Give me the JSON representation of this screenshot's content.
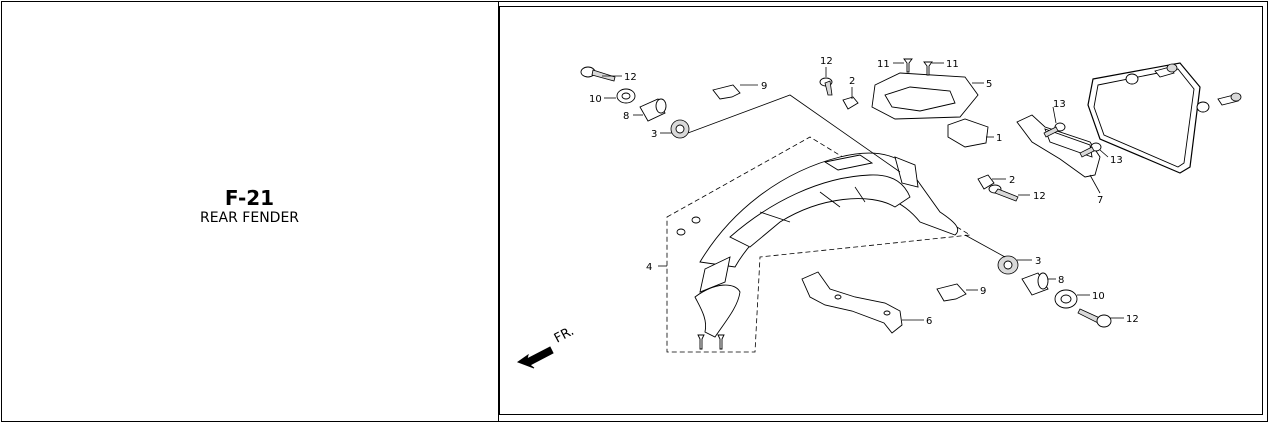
{
  "figure": {
    "code": "F-21",
    "title": "REAR FENDER"
  },
  "direction_label": "FR.",
  "callouts": {
    "c1": "1",
    "c2a": "2",
    "c2b": "2",
    "c3a": "3",
    "c3b": "3",
    "c4": "4",
    "c5": "5",
    "c6": "6",
    "c7": "7",
    "c8a": "8",
    "c8b": "8",
    "c9a": "9",
    "c9b": "9",
    "c10a": "10",
    "c10b": "10",
    "c11a": "11",
    "c11b": "11",
    "c12a": "12",
    "c12b": "12",
    "c12c": "12",
    "c12d": "12",
    "c13a": "13",
    "c13b": "13"
  }
}
